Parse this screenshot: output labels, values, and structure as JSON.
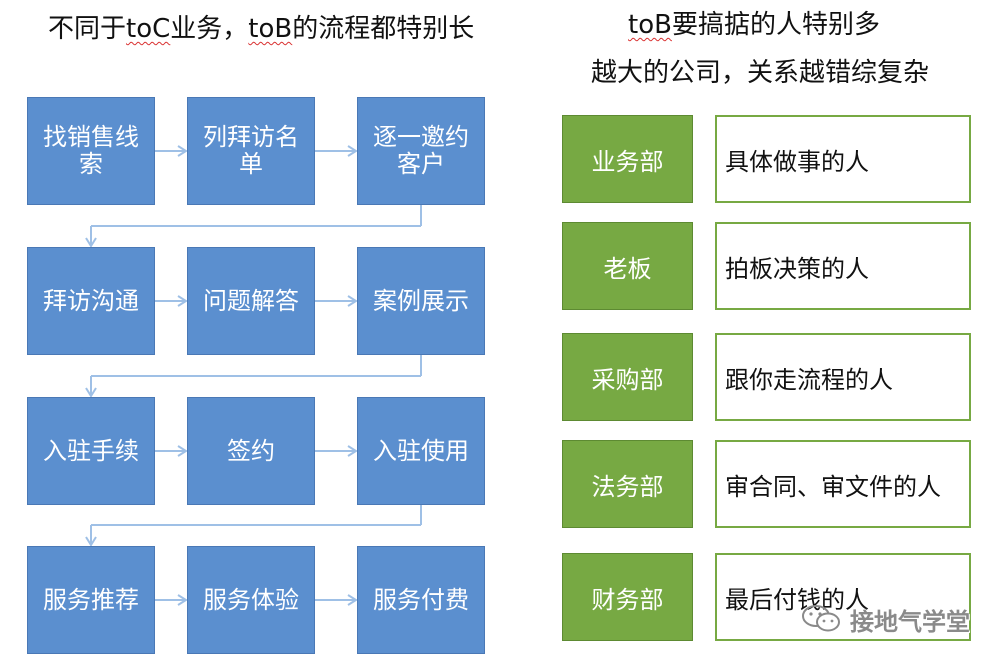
{
  "left_title": {
    "prefix": "不同于",
    "underlined_1": "toC",
    "middle": "业务，",
    "underlined_2": "toB",
    "suffix": "的流程都特别长"
  },
  "right_title": {
    "line1_underlined": "toB",
    "line1_rest": "要搞掂的人特别多",
    "line2": "越大的公司，关系越错综复杂"
  },
  "flow_steps": [
    [
      "找销售线索",
      "列拜访名单",
      "逐一邀约客户"
    ],
    [
      "拜访沟通",
      "问题解答",
      "案例展示"
    ],
    [
      "入驻手续",
      "签约",
      "入驻使用"
    ],
    [
      "服务推荐",
      "服务体验",
      "服务付费"
    ]
  ],
  "stakeholders": [
    {
      "dept": "业务部",
      "role": "具体做事的人"
    },
    {
      "dept": "老板",
      "role": "拍板决策的人"
    },
    {
      "dept": "采购部",
      "role": "跟你走流程的人"
    },
    {
      "dept": "法务部",
      "role": "审合同、审文件的人"
    },
    {
      "dept": "财务部",
      "role": "最后付钱的人"
    }
  ],
  "watermark": {
    "icon": "wechat-icon",
    "text": "接地气学堂"
  },
  "colors": {
    "flow_box": "#5b8fcf",
    "flow_arrow": "#9fc0e6",
    "dept_box": "#77a943",
    "role_border": "#77a943"
  }
}
